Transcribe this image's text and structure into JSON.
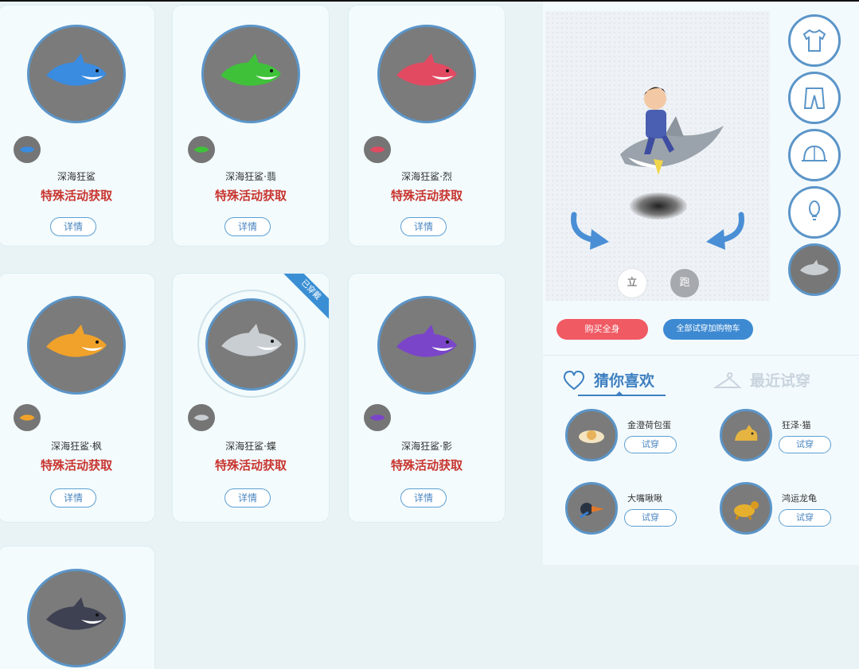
{
  "items": [
    {
      "name": "深海狂鲨",
      "source": "特殊活动获取",
      "detail": "详情",
      "color": "#3a8ce0"
    },
    {
      "name": "深海狂鲨·翡",
      "source": "特殊活动获取",
      "detail": "详情",
      "color": "#3fc23a"
    },
    {
      "name": "深海狂鲨·烈",
      "source": "特殊活动获取",
      "detail": "详情",
      "color": "#e24a62"
    },
    {
      "name": "深海狂鲨·枫",
      "source": "特殊活动获取",
      "detail": "详情",
      "color": "#f0a22a"
    },
    {
      "name": "深海狂鲨·蝶",
      "source": "特殊活动获取",
      "detail": "详情",
      "color": "#c9ced3",
      "badge": "已穿戴"
    },
    {
      "name": "深海狂鲨·影",
      "source": "特殊活动获取",
      "detail": "详情",
      "color": "#7a45c9"
    },
    {
      "color": "#3e4152"
    }
  ],
  "preview": {
    "stand": "立",
    "run": "跑"
  },
  "slots": [
    "clothes-icon",
    "pants-icon",
    "hat-icon",
    "accessory-icon",
    "mount-icon"
  ],
  "actions": {
    "buy_all": "购买全身",
    "add_all_cart": "全部试穿加购物车"
  },
  "tabs": {
    "guess": "猜你喜欢",
    "recent": "最近试穿"
  },
  "recommendations": [
    {
      "name": "金澄荷包蛋",
      "try": "试穿",
      "color": "#e8b25a"
    },
    {
      "name": "狂泽·猫",
      "try": "试穿",
      "color": "#e6b440"
    },
    {
      "name": "大嘴啾啾",
      "try": "试穿",
      "color": "#e0782c"
    },
    {
      "name": "鸿运龙龟",
      "try": "试穿",
      "color": "#e6b02e"
    }
  ]
}
